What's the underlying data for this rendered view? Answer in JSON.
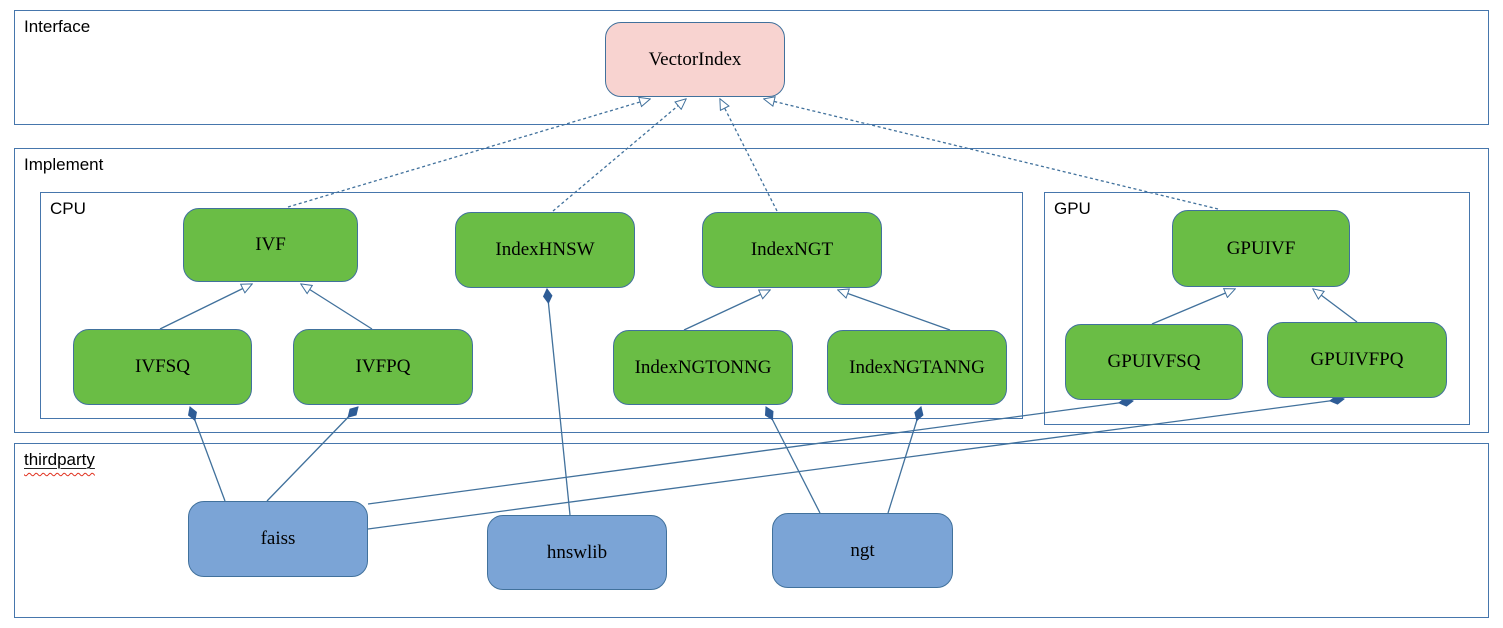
{
  "diagram": {
    "containers": {
      "interface": {
        "label": "Interface"
      },
      "implement": {
        "label": "Implement"
      },
      "cpu": {
        "label": "CPU"
      },
      "gpu": {
        "label": "GPU"
      },
      "thirdparty": {
        "label": "thirdparty",
        "spellcheck_underline": true
      }
    },
    "nodes": {
      "vectorindex": {
        "label": "VectorIndex",
        "kind": "interface"
      },
      "ivf": {
        "label": "IVF",
        "kind": "cpu-implementation"
      },
      "indexhnsw": {
        "label": "IndexHNSW",
        "kind": "cpu-implementation"
      },
      "indexngt": {
        "label": "IndexNGT",
        "kind": "cpu-implementation"
      },
      "ivfsq": {
        "label": "IVFSQ",
        "kind": "cpu-implementation"
      },
      "ivfpq": {
        "label": "IVFPQ",
        "kind": "cpu-implementation"
      },
      "indexngtonng": {
        "label": "IndexNGTONNG",
        "kind": "cpu-implementation"
      },
      "indexngtanng": {
        "label": "IndexNGTANNG",
        "kind": "cpu-implementation"
      },
      "gpuivf": {
        "label": "GPUIVF",
        "kind": "gpu-implementation"
      },
      "gpuivfsq": {
        "label": "GPUIVFSQ",
        "kind": "gpu-implementation"
      },
      "gpuivfpq": {
        "label": "GPUIVFPQ",
        "kind": "gpu-implementation"
      },
      "faiss": {
        "label": "faiss",
        "kind": "thirdparty-library"
      },
      "hnswlib": {
        "label": "hnswlib",
        "kind": "thirdparty-library"
      },
      "ngt": {
        "label": "ngt",
        "kind": "thirdparty-library"
      }
    },
    "edges": [
      {
        "from": "IVF",
        "to": "VectorIndex",
        "relation": "realizes",
        "line": "dashed",
        "arrow": "hollow-triangle"
      },
      {
        "from": "IndexHNSW",
        "to": "VectorIndex",
        "relation": "realizes",
        "line": "dashed",
        "arrow": "hollow-triangle"
      },
      {
        "from": "IndexNGT",
        "to": "VectorIndex",
        "relation": "realizes",
        "line": "dashed",
        "arrow": "hollow-triangle"
      },
      {
        "from": "GPUIVF",
        "to": "VectorIndex",
        "relation": "realizes",
        "line": "dashed",
        "arrow": "hollow-triangle"
      },
      {
        "from": "IVFSQ",
        "to": "IVF",
        "relation": "extends",
        "line": "solid",
        "arrow": "hollow-triangle"
      },
      {
        "from": "IVFPQ",
        "to": "IVF",
        "relation": "extends",
        "line": "solid",
        "arrow": "hollow-triangle"
      },
      {
        "from": "IndexNGTONNG",
        "to": "IndexNGT",
        "relation": "extends",
        "line": "solid",
        "arrow": "hollow-triangle"
      },
      {
        "from": "IndexNGTANNG",
        "to": "IndexNGT",
        "relation": "extends",
        "line": "solid",
        "arrow": "hollow-triangle"
      },
      {
        "from": "GPUIVFSQ",
        "to": "GPUIVF",
        "relation": "extends",
        "line": "solid",
        "arrow": "hollow-triangle"
      },
      {
        "from": "GPUIVFPQ",
        "to": "GPUIVF",
        "relation": "extends",
        "line": "solid",
        "arrow": "hollow-triangle"
      },
      {
        "from": "faiss",
        "to": "IVFSQ",
        "relation": "composes",
        "line": "solid",
        "arrow": "filled-diamond"
      },
      {
        "from": "faiss",
        "to": "IVFPQ",
        "relation": "composes",
        "line": "solid",
        "arrow": "filled-diamond"
      },
      {
        "from": "faiss",
        "to": "GPUIVFSQ",
        "relation": "composes",
        "line": "solid",
        "arrow": "filled-diamond"
      },
      {
        "from": "faiss",
        "to": "GPUIVFPQ",
        "relation": "composes",
        "line": "solid",
        "arrow": "filled-diamond"
      },
      {
        "from": "hnswlib",
        "to": "IndexHNSW",
        "relation": "composes",
        "line": "solid",
        "arrow": "filled-diamond"
      },
      {
        "from": "ngt",
        "to": "IndexNGTONNG",
        "relation": "composes",
        "line": "solid",
        "arrow": "filled-diamond"
      },
      {
        "from": "ngt",
        "to": "IndexNGTANNG",
        "relation": "composes",
        "line": "solid",
        "arrow": "filled-diamond"
      }
    ],
    "colors": {
      "node_green": "#6abd45",
      "interface_pink": "#f8d3d0",
      "thirdparty_blue": "#7ba4d6",
      "node_border": "#41719c",
      "connector_blue": "#41719c",
      "container_border": "#4676ac",
      "diamond_fill": "#2e5c96",
      "spellcheck_red": "#e0301e"
    }
  }
}
